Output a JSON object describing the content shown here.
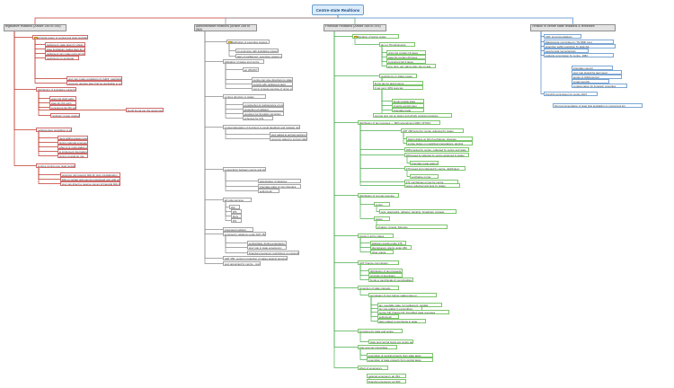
{
  "title": "Centre-state Realtions",
  "colors": {
    "legislative": "#c0392b",
    "administrative": "#8c8c8c",
    "financial": "#4caf50",
    "tensions": "#4a86c5",
    "root_fill": "#dcecfb",
    "root_text": "#1d4e84"
  },
  "icons": {
    "branch_marker": "note-icon"
  },
  "branches": [
    {
      "key": "legislative",
      "label": "legislative relations (Article 245 to 255)"
    },
    {
      "key": "administrative",
      "label": "Administrative relations (Article 256 to 263)"
    },
    {
      "key": "financial",
      "label": "Financial Relations (Article 268 to 293)"
    },
    {
      "key": "tensions",
      "label": "Tension in centre state relations & remedies"
    }
  ],
  "nodes": [
    {
      "text": "territorial extent of central and state legislations",
      "branch": "legislative",
      "icon": true
    },
    {
      "text": "parliament make laws for whole nation",
      "branch": "legislative"
    },
    {
      "text": "state legislature makes laws for state only",
      "branch": "legislative"
    },
    {
      "text": "parliament can make extra-territorial laws",
      "branch": "legislative"
    },
    {
      "text": "restrictions on territorial",
      "branch": "legislative"
    },
    {
      "text": "prez can make regulations for A&NI, Lakshadweep and he is above law",
      "branch": "legislative"
    },
    {
      "text": "governor decides laws that be applicable to scheduled area and tribal areas",
      "branch": "legislative"
    },
    {
      "text": "distribution of legislative subjects",
      "branch": "legislative"
    },
    {
      "text": "union list (100 subj)",
      "branch": "legislative"
    },
    {
      "text": "state list (61 subj)",
      "branch": "legislative"
    },
    {
      "text": "concurrent list (52 subj)",
      "branch": "legislative"
    },
    {
      "text": "fourth list as per the government of India act of",
      "branch": "legislative"
    },
    {
      "text": "residuary power wasted to centre",
      "branch": "legislative"
    },
    {
      "text": "parliamentary legislation in state field",
      "branch": "legislative"
    },
    {
      "text": "rajya sabha passes resolution",
      "branch": "legislative"
    },
    {
      "text": "during national emergency",
      "branch": "legislative"
    },
    {
      "text": "when 2 or more states make request",
      "branch": "legislative"
    },
    {
      "text": "to implement international agreements",
      "branch": "legislative"
    },
    {
      "text": "during presidents rule",
      "branch": "legislative"
    },
    {
      "text": "centres control over state legislations",
      "branch": "legislative"
    },
    {
      "text": "governor can reserve bills for prez consideration",
      "branch": "legislative"
    },
    {
      "text": "bills on certain subj can be introduced only with prez permission",
      "branch": "legislative"
    },
    {
      "text": "prez can direct to reserve money & financial bills for his consideration",
      "branch": "legislative"
    },
    {
      "text": "distribution of executive powers",
      "branch": "administrative",
      "icon": true
    },
    {
      "text": "co-extensive with legislative powers",
      "branch": "administrative"
    },
    {
      "text": "laws of parliament: executive powers vested in states",
      "branch": "administrative"
    },
    {
      "text": "obligation of states and centre",
      "branch": "administrative"
    },
    {
      "text": "art 256/257",
      "branch": "administrative"
    },
    {
      "text": "centre can give directions to states",
      "branch": "administrative"
    },
    {
      "text": "comply with parliament laws",
      "branch": "administrative"
    },
    {
      "text": "not to impede exercise of union executive power",
      "branch": "administrative"
    },
    {
      "text": "centres direction to states",
      "branch": "administrative"
    },
    {
      "text": "construction & maintenance of communication",
      "branch": "administrative"
    },
    {
      "text": "protection of railways",
      "branch": "administrative"
    },
    {
      "text": "provision for linguistic minorities",
      "branch": "administrative"
    },
    {
      "text": "schemes for STs",
      "branch": "administrative"
    },
    {
      "text": "mutual delegation of functions to avoid deadlock and mitigate rigidity",
      "branch": "administrative"
    },
    {
      "text": "prez asked to entrust centre's functions",
      "branch": "administrative"
    },
    {
      "text": "governor asked to entrust state's functions",
      "branch": "administrative"
    },
    {
      "text": "cooperation between centre and states",
      "branch": "administrative"
    },
    {
      "text": "adjudication of disputes",
      "branch": "administrative"
    },
    {
      "text": "interstate water & river disputes",
      "branch": "administrative"
    },
    {
      "text": "settings ab",
      "branch": "administrative"
    },
    {
      "text": "all india services",
      "branch": "administrative"
    },
    {
      "text": "IAS",
      "branch": "administrative"
    },
    {
      "text": "IPS",
      "branch": "administrative"
    },
    {
      "text": "IFoS",
      "branch": "administrative"
    },
    {
      "text": "IFS",
      "branch": "administrative"
    },
    {
      "text": "integrated judiciary",
      "branch": "administrative"
    },
    {
      "text": "emergency relations under ART 352",
      "branch": "administrative"
    },
    {
      "text": "central laws, during emergency",
      "branch": "administrative"
    },
    {
      "text": "prez rule in state emergency",
      "branch": "administrative"
    },
    {
      "text": "financial emergency restrictions on expenditures",
      "branch": "administrative"
    },
    {
      "text": "ART 355: centre's protection of states against aggression",
      "branch": "administrative"
    },
    {
      "text": "govt appointed by centre - prez",
      "branch": "administrative"
    },
    {
      "text": "allocation of taxing power",
      "branch": "financial",
      "icon": true
    },
    {
      "text": "tax on 79 instruments",
      "branch": "financial"
    },
    {
      "text": "union list contain 13 taxes",
      "branch": "financial"
    },
    {
      "text": "state list contain 20 taxes",
      "branch": "financial"
    },
    {
      "text": "concurrent list 3 taxes",
      "branch": "financial"
    },
    {
      "text": "exp: ship, vat, stamp duty, tax on ads",
      "branch": "financial"
    },
    {
      "text": "restrictions on states power",
      "branch": "financial"
    },
    {
      "text": "fix lim tax for taxing items",
      "branch": "financial"
    },
    {
      "text": "3 per cent, 33% cess tax",
      "branch": "financial"
    },
    {
      "text": "foods outside state",
      "branch": "financial"
    },
    {
      "text": "imports exports item",
      "branch": "financial"
    },
    {
      "text": "interstate trade",
      "branch": "financial"
    },
    {
      "text": "can tax only not on stamp and wholly central provisions",
      "branch": "financial"
    },
    {
      "text": "distribution of tax revenues — 80th amendment 2000, NITI/FC",
      "branch": "financial"
    },
    {
      "text": "ART 268 levied by centre collected by states",
      "branch": "financial"
    },
    {
      "text": "stamp duties on bill of exchange, cheques",
      "branch": "financial"
    },
    {
      "text": "excise duties on medicinal preparations, alcohol",
      "branch": "financial"
    },
    {
      "text": "268 A levied by centre, collected by centre and state",
      "branch": "financial"
    },
    {
      "text": "269 levied & collected by centre assigned to states",
      "branch": "financial"
    },
    {
      "text": "interstate trade sales tax",
      "branch": "financial"
    },
    {
      "text": "270 levied and collected by centre, distributed",
      "branch": "financial"
    },
    {
      "text": "surcharge on tax",
      "branch": "financial"
    },
    {
      "text": "271 surcharges on tax for centre",
      "branch": "financial"
    },
    {
      "text": "levies collected and kept by states",
      "branch": "financial"
    },
    {
      "text": "distribution of non-tax revenue",
      "branch": "financial"
    },
    {
      "text": "centre",
      "branch": "financial"
    },
    {
      "text": "post, telegraphs, railways, banking, broadcast, coinage",
      "branch": "financial"
    },
    {
      "text": "states",
      "branch": "financial"
    },
    {
      "text": "irrigation, forests, fisheries",
      "branch": "financial"
    },
    {
      "text": "grants in aid to states",
      "branch": "financial"
    },
    {
      "text": "statutory grants under 275",
      "branch": "financial"
    },
    {
      "text": "discretionary grants under 282",
      "branch": "financial"
    },
    {
      "text": "other grants",
      "branch": "financial"
    },
    {
      "text": "GST finance commission",
      "branch": "financial"
    },
    {
      "text": "distribution of tax proceeds",
      "branch": "financial"
    },
    {
      "text": "principle of devolution",
      "branch": "financial"
    },
    {
      "text": "funds to panchayats & municipalities",
      "branch": "financial"
    },
    {
      "text": "protection of state interests",
      "branch": "financial"
    },
    {
      "text": "permission of prez before making law on",
      "branch": "financial"
    },
    {
      "text": "tax, goodsRe state, for parliament, parallel",
      "branch": "financial"
    },
    {
      "text": "tax rate added in expenditure",
      "branch": "financial"
    },
    {
      "text": "money bill, finance bill, that affect state revenues",
      "branch": "financial"
    },
    {
      "text": "settings ab",
      "branch": "financial"
    },
    {
      "text": "laws related to surcharge in state",
      "branch": "financial"
    },
    {
      "text": "borrowing by state and centre",
      "branch": "financial"
    },
    {
      "text": "state and central loans w/o centre permit",
      "branch": "financial"
    },
    {
      "text": "inter-govt tax immunities",
      "branch": "financial"
    },
    {
      "text": "exemption of central property from state taxes",
      "branch": "financial"
    },
    {
      "text": "exemption of state property from central taxes",
      "branch": "financial"
    },
    {
      "text": "effect of emergency",
      "branch": "financial"
    },
    {
      "text": "national emergency art 354",
      "branch": "financial"
    },
    {
      "text": "financial emergency art 360",
      "branch": "financial"
    },
    {
      "text": "ARC recommendations",
      "branch": "tensions"
    },
    {
      "text": "Rajamannar committee by TN DMK govt",
      "branch": "tensions"
    },
    {
      "text": "anandpur sahib resolution by akali dal",
      "branch": "tensions"
    },
    {
      "text": "west bengal memorandum",
      "branch": "tensions"
    },
    {
      "text": "sarkaria commission by centre, 1983",
      "branch": "tensions"
    },
    {
      "text": "interstate council",
      "branch": "tensions"
    },
    {
      "text": "prez rule should be last resort",
      "branch": "tensions"
    },
    {
      "text": "tenure of IAS/governor",
      "branch": "tensions"
    },
    {
      "text": "zonal councils",
      "branch": "tensions"
    },
    {
      "text": "condemnation for linguistic minorities",
      "branch": "tensions"
    },
    {
      "text": "Punchhi commission by centre 2007",
      "branch": "tensions"
    },
    {
      "text": "NA recommendation of state lists legislating on concurrent list",
      "branch": "tensions"
    }
  ]
}
